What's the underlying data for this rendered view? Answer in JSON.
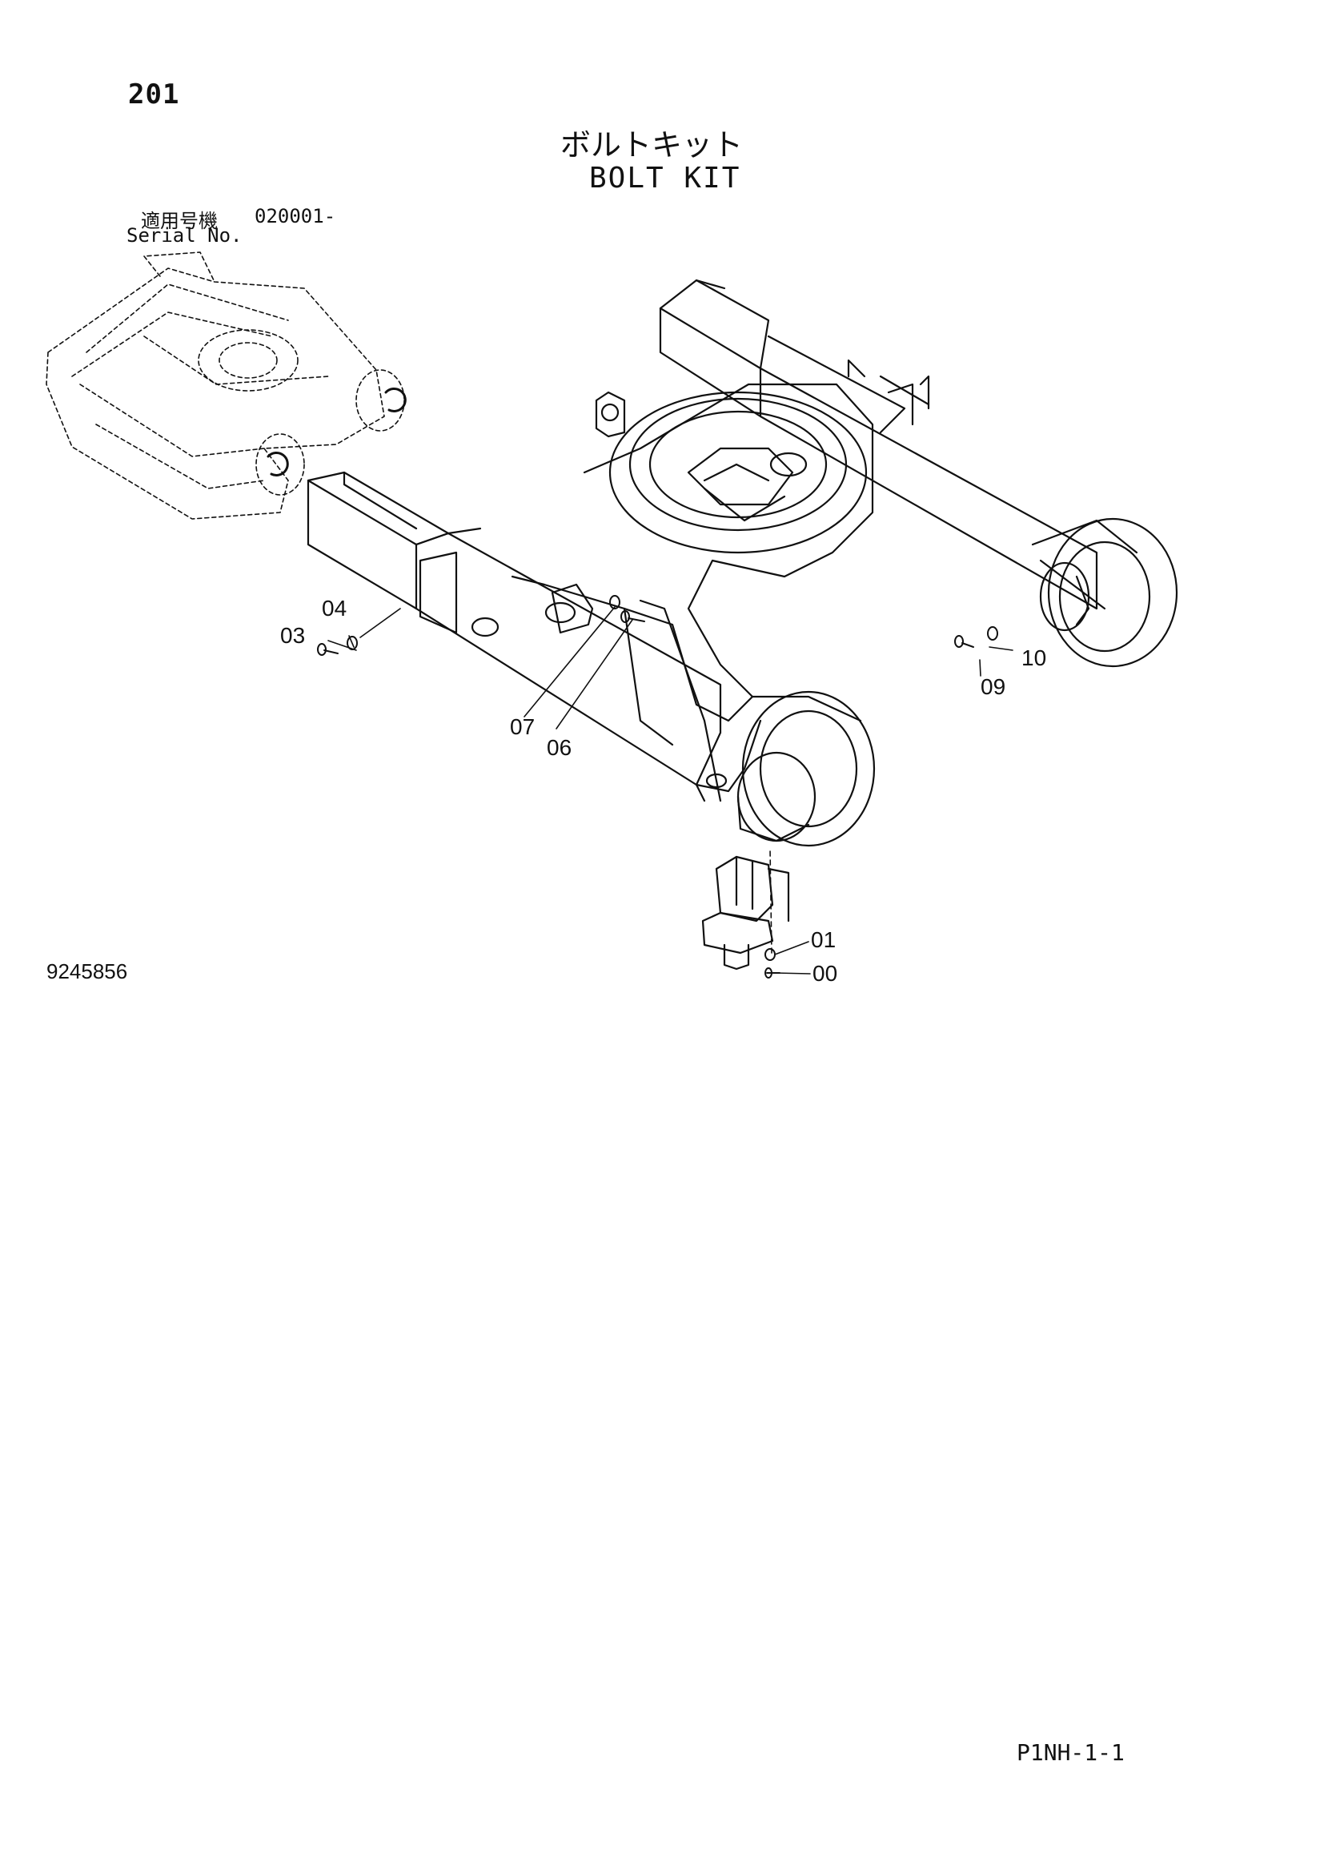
{
  "page_number": "201",
  "title_ja": "ボルトキット",
  "title_en": "BOLT KIT",
  "serial": {
    "label_ja": "適用号機",
    "value": "020001-",
    "label_en": "Serial No."
  },
  "drawing_number": "9245856",
  "page_code": "P1NH-1-1",
  "callouts": [
    "00",
    "01",
    "03",
    "04",
    "06",
    "07",
    "09",
    "10"
  ],
  "colors": {
    "ink": "#111111",
    "background": "#ffffff"
  }
}
